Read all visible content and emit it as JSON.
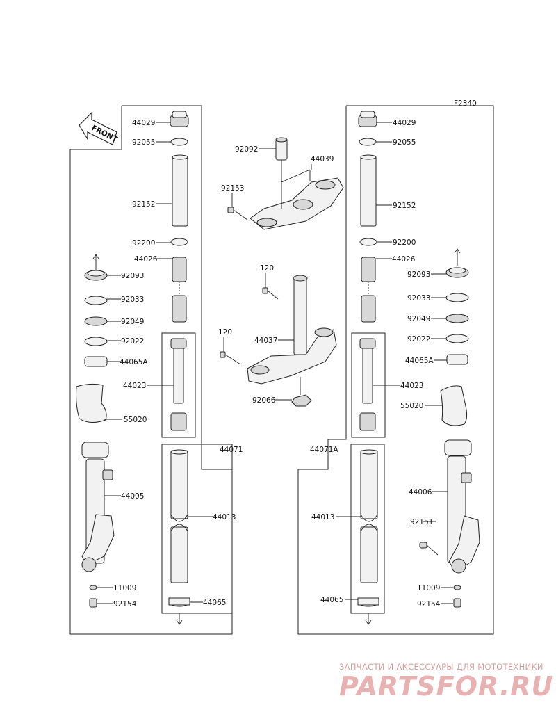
{
  "figure_code": "F2340",
  "front_label": "FRONT",
  "left_labels": {
    "cap": "44029",
    "oring": "92055",
    "pipe": "92152",
    "washer": "92200",
    "spring": "44026",
    "seal": "92093",
    "ring": "92033",
    "oil_seal": "92049",
    "washer2": "92022",
    "guide": "44065A",
    "cylinder": "44023",
    "cover": "55020",
    "outer_tube": "44005",
    "inner_tube": "44013",
    "fork_assy": "44071",
    "bolt_drain": "11009",
    "bolt_axle": "92154",
    "bushing": "44065"
  },
  "right_labels": {
    "cap": "44029",
    "oring": "92055",
    "pipe": "92152",
    "washer": "92200",
    "spring": "44026",
    "seal": "92093",
    "ring": "92033",
    "oil_seal": "92049",
    "washer2": "92022",
    "guide": "44065A",
    "cylinder": "44023",
    "cover": "55020",
    "outer_tube": "44006",
    "bolt_caliper": "92151",
    "inner_tube": "44013",
    "fork_assy": "44071A",
    "bolt_drain": "11009",
    "bolt_axle": "92154",
    "bushing": "44065"
  },
  "center_labels": {
    "collar": "92092",
    "upper_bracket": "44039",
    "bolt_upper": "92153",
    "bolt_stem": "120",
    "stem": "44037",
    "bolt_lower": "120",
    "nut": "92066"
  },
  "watermark": {
    "tagline": "ЗАПЧАСТИ И АКСЕССУАРЫ ДЛЯ МОТОТЕХНИКИ",
    "logo": "PARTSFOR.RU"
  }
}
